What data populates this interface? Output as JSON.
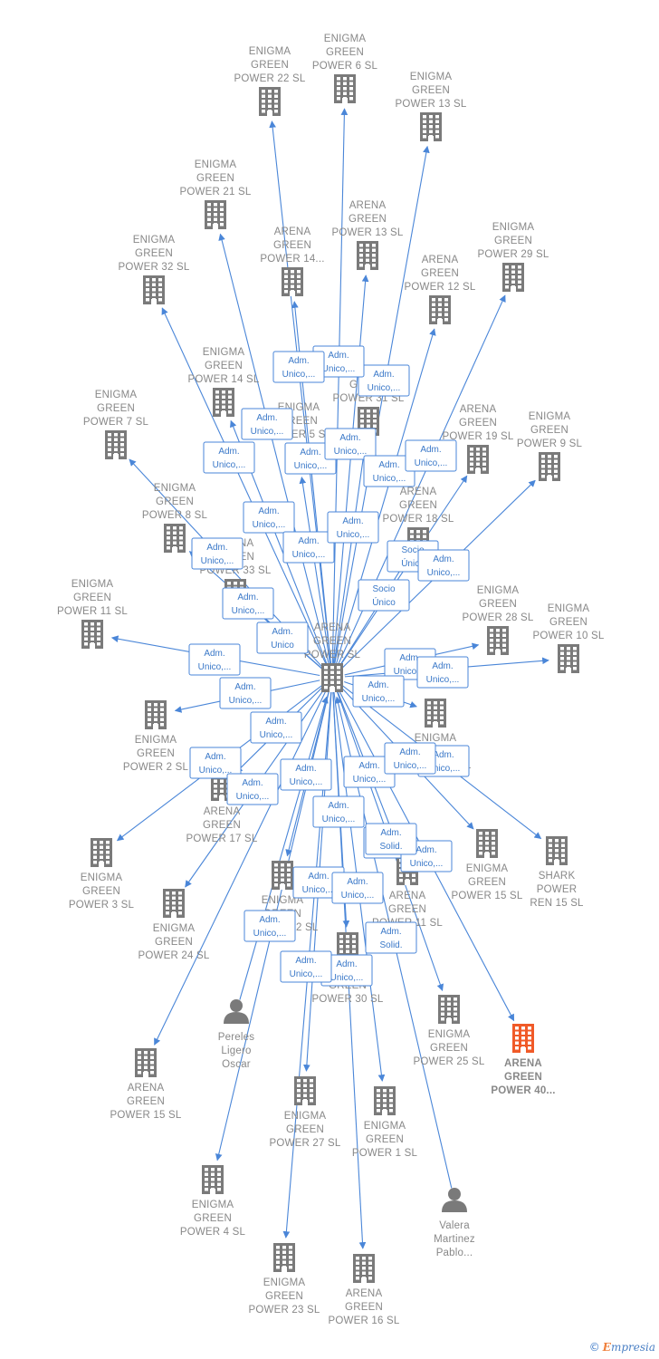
{
  "colors": {
    "edge": "#4a86d8",
    "node": "#7a7a7a",
    "highlight": "#f05a28",
    "label": "#888888"
  },
  "brand": {
    "copyright": "©",
    "first_letter": "E",
    "rest": "mpresia"
  },
  "nodes": [
    {
      "id": "center",
      "type": "company",
      "lines": [
        "ARENA",
        "GREEN",
        "POWER SL"
      ]
    },
    {
      "id": "n1",
      "type": "company",
      "lines": [
        "ENIGMA",
        "GREEN",
        "POWER 22 SL"
      ]
    },
    {
      "id": "n2",
      "type": "company",
      "lines": [
        "ENIGMA",
        "GREEN",
        "POWER 6 SL"
      ]
    },
    {
      "id": "n3",
      "type": "company",
      "lines": [
        "ENIGMA",
        "GREEN",
        "POWER 13 SL"
      ]
    },
    {
      "id": "n4",
      "type": "company",
      "lines": [
        "ENIGMA",
        "GREEN",
        "POWER 21 SL"
      ]
    },
    {
      "id": "n5",
      "type": "company",
      "lines": [
        "ARENA",
        "GREEN",
        "POWER 13 SL"
      ]
    },
    {
      "id": "n6",
      "type": "company",
      "lines": [
        "ARENA",
        "GREEN",
        "POWER 14..."
      ]
    },
    {
      "id": "n7",
      "type": "company",
      "lines": [
        "ENIGMA",
        "GREEN",
        "POWER 29 SL"
      ]
    },
    {
      "id": "n8",
      "type": "company",
      "lines": [
        "ENIGMA",
        "GREEN",
        "POWER 32 SL"
      ]
    },
    {
      "id": "n9",
      "type": "company",
      "lines": [
        "ARENA",
        "GREEN",
        "POWER 12 SL"
      ]
    },
    {
      "id": "n10",
      "type": "company",
      "lines": [
        "ENIGMA",
        "GREEN",
        "POWER 14 SL"
      ]
    },
    {
      "id": "n11",
      "type": "company",
      "lines": [
        "ENIGMA",
        "GREEN",
        "POWER 7 SL"
      ]
    },
    {
      "id": "n12",
      "type": "company",
      "lines": [
        "ENIGMA",
        "GREEN",
        "POWER 5 SL"
      ]
    },
    {
      "id": "n13",
      "type": "company",
      "lines": [
        "GREEN",
        "POWER 31 SL"
      ]
    },
    {
      "id": "n14",
      "type": "company",
      "lines": [
        "ARENA",
        "GREEN",
        "POWER 19 SL"
      ]
    },
    {
      "id": "n15",
      "type": "company",
      "lines": [
        "ENIGMA",
        "GREEN",
        "POWER 9 SL"
      ]
    },
    {
      "id": "n16",
      "type": "company",
      "lines": [
        "ENIGMA",
        "GREEN",
        "POWER 8 SL"
      ]
    },
    {
      "id": "n17",
      "type": "company",
      "lines": [
        "ARENA",
        "GREEN",
        "POWER 18 SL"
      ]
    },
    {
      "id": "n18",
      "type": "company",
      "lines": [
        "ARENA",
        "GREEN",
        "POWER 33 SL"
      ]
    },
    {
      "id": "n19",
      "type": "company",
      "lines": [
        "ENIGMA",
        "GREEN",
        "POWER 11 SL"
      ]
    },
    {
      "id": "n20",
      "type": "company",
      "lines": [
        "ENIGMA",
        "GREEN",
        "POWER 28 SL"
      ]
    },
    {
      "id": "n21",
      "type": "company",
      "lines": [
        "ENIGMA",
        "GREEN",
        "POWER 10 SL"
      ]
    },
    {
      "id": "n22",
      "type": "company",
      "lines": [
        "ENIGMA",
        "GREEN",
        "POWER 2 SL"
      ]
    },
    {
      "id": "n23",
      "type": "company",
      "lines": [
        "ENIGMA",
        "GREEN",
        "POWER 26 SL"
      ]
    },
    {
      "id": "n24",
      "type": "company",
      "lines": [
        "ARENA",
        "GREEN",
        "POWER 17 SL"
      ]
    },
    {
      "id": "n25",
      "type": "company",
      "lines": [
        "ENIGMA",
        "GREEN",
        "POWER 3 SL"
      ]
    },
    {
      "id": "n26",
      "type": "company",
      "lines": [
        "ENIGMA",
        "GREEN",
        "POWER 15 SL"
      ]
    },
    {
      "id": "n27",
      "type": "company",
      "lines": [
        "SHARK",
        "POWER",
        "REN 15 SL"
      ]
    },
    {
      "id": "n28",
      "type": "company",
      "lines": [
        "ENIGMA",
        "GREEN",
        "POWER 24 SL"
      ]
    },
    {
      "id": "n29",
      "type": "company",
      "lines": [
        "ENIGMA",
        "GREEN",
        "POWER 12 SL"
      ]
    },
    {
      "id": "n30",
      "type": "company",
      "lines": [
        "ARENA",
        "GREEN",
        "POWER 11 SL"
      ]
    },
    {
      "id": "n31",
      "type": "company",
      "lines": [
        "ARENA",
        "GREEN",
        "POWER 30 SL"
      ]
    },
    {
      "id": "n32",
      "type": "person",
      "lines": [
        "Pereles",
        "Ligero",
        "Oscar"
      ]
    },
    {
      "id": "n33",
      "type": "company",
      "lines": [
        "ENIGMA",
        "GREEN",
        "POWER 25 SL"
      ]
    },
    {
      "id": "n34",
      "type": "company",
      "highlight": true,
      "lines": [
        "ARENA",
        "GREEN",
        "POWER 40..."
      ]
    },
    {
      "id": "n35",
      "type": "company",
      "lines": [
        "ARENA",
        "GREEN",
        "POWER 15 SL"
      ]
    },
    {
      "id": "n36",
      "type": "company",
      "lines": [
        "ENIGMA",
        "GREEN",
        "POWER 27 SL"
      ]
    },
    {
      "id": "n37",
      "type": "company",
      "lines": [
        "ENIGMA",
        "GREEN",
        "POWER 1 SL"
      ]
    },
    {
      "id": "n38",
      "type": "company",
      "lines": [
        "ENIGMA",
        "GREEN",
        "POWER 4 SL"
      ]
    },
    {
      "id": "n39",
      "type": "person",
      "lines": [
        "Valera",
        "Martinez",
        "Pablo..."
      ]
    },
    {
      "id": "n40",
      "type": "company",
      "lines": [
        "ENIGMA",
        "GREEN",
        "POWER 23 SL"
      ]
    },
    {
      "id": "n41",
      "type": "company",
      "lines": [
        "ARENA",
        "GREEN",
        "POWER 16 SL"
      ]
    }
  ],
  "edges": [
    {
      "from": "center",
      "to": "n1"
    },
    {
      "from": "center",
      "to": "n2"
    },
    {
      "from": "center",
      "to": "n3"
    },
    {
      "from": "center",
      "to": "n4"
    },
    {
      "from": "center",
      "to": "n5"
    },
    {
      "from": "center",
      "to": "n6"
    },
    {
      "from": "center",
      "to": "n7"
    },
    {
      "from": "center",
      "to": "n8"
    },
    {
      "from": "center",
      "to": "n9"
    },
    {
      "from": "center",
      "to": "n10"
    },
    {
      "from": "center",
      "to": "n11"
    },
    {
      "from": "center",
      "to": "n12"
    },
    {
      "from": "center",
      "to": "n13"
    },
    {
      "from": "center",
      "to": "n14"
    },
    {
      "from": "center",
      "to": "n15"
    },
    {
      "from": "center",
      "to": "n16"
    },
    {
      "from": "center",
      "to": "n17"
    },
    {
      "from": "center",
      "to": "n18"
    },
    {
      "from": "center",
      "to": "n19"
    },
    {
      "from": "center",
      "to": "n20"
    },
    {
      "from": "center",
      "to": "n21"
    },
    {
      "from": "center",
      "to": "n22"
    },
    {
      "from": "center",
      "to": "n23"
    },
    {
      "from": "center",
      "to": "n24"
    },
    {
      "from": "center",
      "to": "n25"
    },
    {
      "from": "center",
      "to": "n26"
    },
    {
      "from": "center",
      "to": "n27"
    },
    {
      "from": "center",
      "to": "n28"
    },
    {
      "from": "center",
      "to": "n29"
    },
    {
      "from": "center",
      "to": "n30"
    },
    {
      "from": "center",
      "to": "n31"
    },
    {
      "from": "n32",
      "to": "center"
    },
    {
      "from": "center",
      "to": "n33"
    },
    {
      "from": "center",
      "to": "n34"
    },
    {
      "from": "center",
      "to": "n35"
    },
    {
      "from": "center",
      "to": "n36"
    },
    {
      "from": "center",
      "to": "n37"
    },
    {
      "from": "center",
      "to": "n38"
    },
    {
      "from": "n39",
      "to": "center"
    },
    {
      "from": "center",
      "to": "n40"
    },
    {
      "from": "center",
      "to": "n41"
    }
  ],
  "edge_labels": [
    {
      "lines": [
        "Adm.",
        "Unico,..."
      ]
    },
    {
      "lines": [
        "Adm.",
        "Unico,..."
      ]
    },
    {
      "lines": [
        "Adm.",
        "Unico,..."
      ]
    },
    {
      "lines": [
        "Adm.",
        "Unico,..."
      ]
    },
    {
      "lines": [
        "Adm.",
        "Unico,..."
      ]
    },
    {
      "lines": [
        "Adm.",
        "Unico,..."
      ]
    },
    {
      "lines": [
        "Adm.",
        "Unico,..."
      ]
    },
    {
      "lines": [
        "Adm.",
        "Unico,..."
      ]
    },
    {
      "lines": [
        "Adm.",
        "Unico,..."
      ]
    },
    {
      "lines": [
        "Adm.",
        "Unico,..."
      ]
    },
    {
      "lines": [
        "Adm.",
        "Unico,..."
      ]
    },
    {
      "lines": [
        "Socio",
        "Único"
      ]
    },
    {
      "lines": [
        "Adm.",
        "Unico,..."
      ]
    },
    {
      "lines": [
        "Adm.",
        "Unico,..."
      ]
    },
    {
      "lines": [
        "Adm.",
        "Unico,..."
      ]
    },
    {
      "lines": [
        "Socio",
        "Único"
      ]
    },
    {
      "lines": [
        "Adm.",
        "Unico,..."
      ]
    },
    {
      "lines": [
        "Adm.",
        "Unico,..."
      ]
    },
    {
      "lines": [
        "Adm.",
        "Unico,..."
      ]
    },
    {
      "lines": [
        "Adm.",
        "Unico,..."
      ]
    },
    {
      "lines": [
        "Adm.",
        "Unico,..."
      ]
    },
    {
      "lines": [
        "Adm.",
        "Unico,..."
      ]
    },
    {
      "lines": [
        "Adm.",
        "Unico,..."
      ]
    },
    {
      "lines": [
        "Adm.",
        "Unico,..."
      ]
    },
    {
      "lines": [
        "Adm.",
        "Unico,..."
      ]
    },
    {
      "lines": [
        "Adm.",
        "Unico,..."
      ]
    },
    {
      "lines": [
        "Adm.",
        "Unico"
      ]
    },
    {
      "lines": [
        "Adm.",
        "Unico,..."
      ]
    },
    {
      "lines": [
        "Adm.",
        "Unico,..."
      ]
    },
    {
      "lines": [
        "Adm.",
        "Unico,..."
      ]
    },
    {
      "lines": [
        "Adm.",
        "Unico,..."
      ]
    },
    {
      "lines": [
        "Adm.",
        "Solid."
      ]
    },
    {
      "lines": [
        "Adm.",
        "Unico,..."
      ]
    },
    {
      "lines": [
        "Adm.",
        "Unico,..."
      ]
    },
    {
      "lines": [
        "Adm.",
        "Unico,..."
      ]
    },
    {
      "lines": [
        "Adm.",
        "Unico,..."
      ]
    },
    {
      "lines": [
        "Adm.",
        "Unico,..."
      ]
    },
    {
      "lines": [
        "Adm.",
        "Solid."
      ]
    },
    {
      "lines": [
        "Adm.",
        "Unico,..."
      ]
    },
    {
      "lines": [
        "Adm.",
        "Unico,..."
      ]
    }
  ]
}
